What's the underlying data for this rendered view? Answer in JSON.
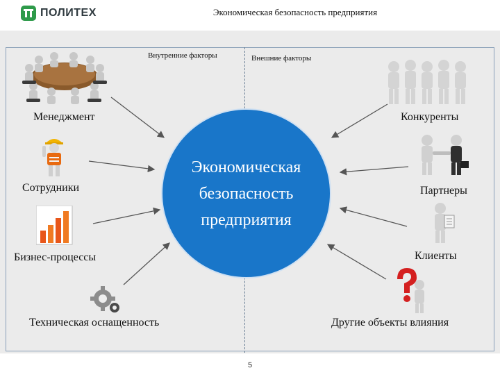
{
  "header": {
    "logo_text": "ПОЛИТЕХ",
    "title": "Экономическая безопасность предприятия"
  },
  "columns": {
    "internal": "Внутренние факторы",
    "external": "Внешние факторы"
  },
  "center": {
    "line1": "Экономическая",
    "line2": "безопасность",
    "line3": "предприятия"
  },
  "internal_factors": {
    "management": "Менеджмент",
    "employees": "Сотрудники",
    "business_processes": "Бизнес-процессы",
    "technical": "Техническая оснащенность"
  },
  "external_factors": {
    "competitors": "Конкуренты",
    "partners": "Партнеры",
    "clients": "Клиенты",
    "other": "Другие объекты влияния"
  },
  "footer": {
    "page_number": "5"
  },
  "colors": {
    "circle": "#1976c9",
    "logo": "#2e9a4a",
    "panel": "#ebebeb",
    "arrow": "#555555"
  }
}
